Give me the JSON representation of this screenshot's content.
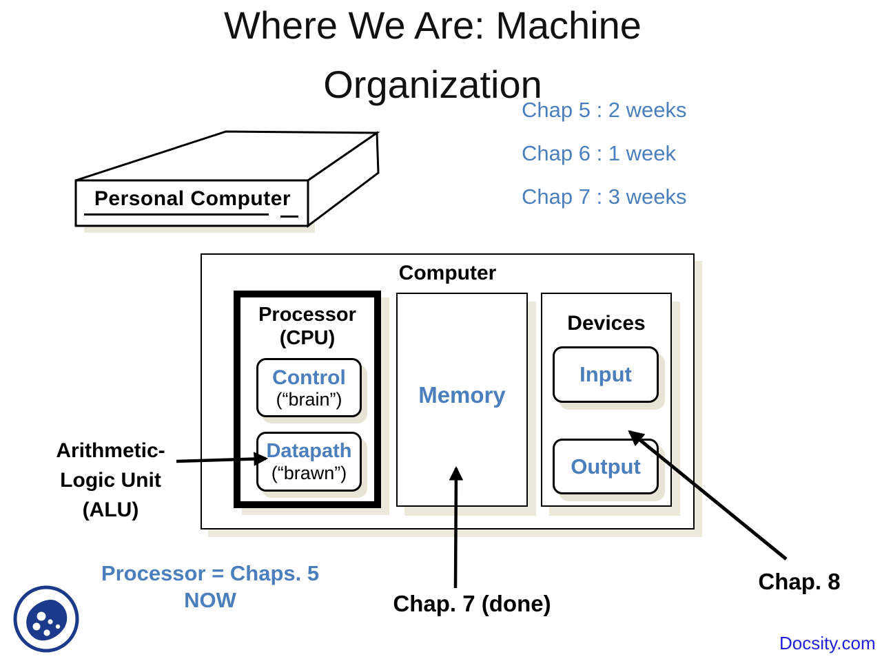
{
  "title": {
    "line1": "Where We Are: Machine",
    "line2": "Organization"
  },
  "schedule": {
    "items": [
      {
        "label": "Chap 5 : 2 weeks"
      },
      {
        "label": "Chap 6 : 1 week"
      },
      {
        "label": "Chap 7 : 3 weeks"
      }
    ]
  },
  "pc": {
    "label": "Personal Computer"
  },
  "diagram": {
    "computer_label": "Computer",
    "processor": {
      "title_line1": "Processor",
      "title_line2": "(CPU)",
      "control": {
        "title": "Control",
        "subtitle": "(“brain”)"
      },
      "datapath": {
        "title": "Datapath",
        "subtitle": "(“brawn”)"
      }
    },
    "memory_label": "Memory",
    "devices": {
      "title": "Devices",
      "input_label": "Input",
      "output_label": "Output"
    }
  },
  "annotations": {
    "alu": {
      "line1": "Arithmetic-",
      "line2": "Logic Unit",
      "line3": "(ALU)"
    },
    "processor_now": {
      "line1": "Processor = Chaps. 5",
      "line2": "NOW"
    },
    "chap7_label": "Chap. 7 (done)",
    "chap8_label": "Chap. 8"
  },
  "footer": {
    "brand": "Docsity.com"
  },
  "colors": {
    "accent_blue": "#4A7EBD",
    "link_blue": "#2121DB",
    "logo_navy": "#1B3A8C",
    "shadow_tan": "#ECE9DC",
    "ink": "#000000"
  }
}
